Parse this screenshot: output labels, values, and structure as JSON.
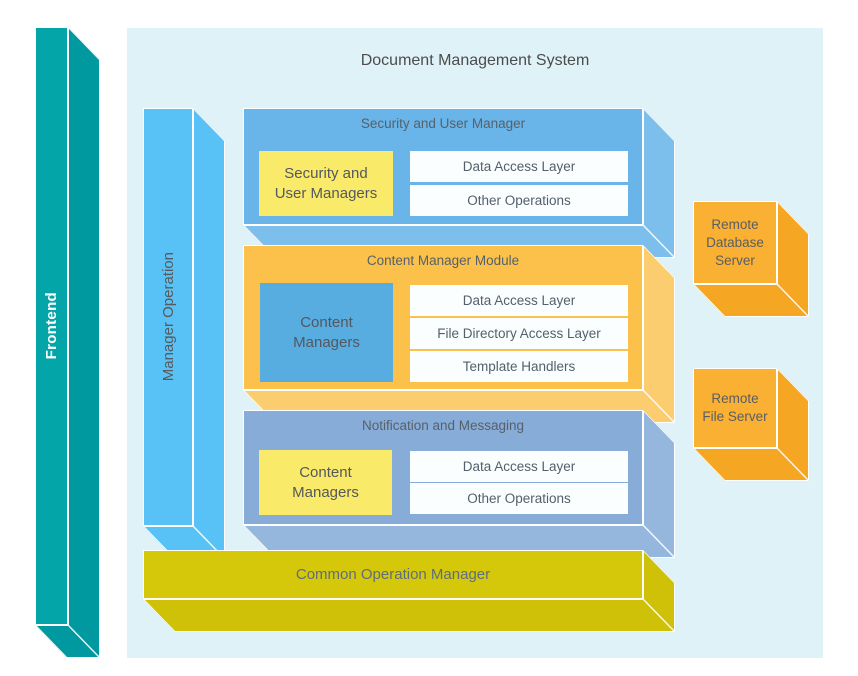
{
  "diagram_title": "Document Management System",
  "background": {
    "page_color": "#FFFFFF",
    "panel_color": "#DFF2F8"
  },
  "frontend_bar": {
    "label": "Frontend",
    "color": "#04A5A9"
  },
  "manager_bar": {
    "label": "Manager Operation",
    "color": "#58C2F7"
  },
  "modules": [
    {
      "header": "Security and User Manager",
      "color": "#69B4E8",
      "inner_box": {
        "label": "Security and User Managers",
        "color": "#F9EA6A"
      },
      "rows": [
        "Data Access Layer",
        "Other Operations"
      ]
    },
    {
      "header": "Content Manager Module",
      "color": "#FBC14B",
      "inner_box": {
        "label": "Content Managers",
        "color": "#57ACE0"
      },
      "rows": [
        "Data Access Layer",
        "File Directory Access Layer",
        "Template Handlers"
      ]
    },
    {
      "header": "Notification and Messaging",
      "color": "#87ACD7",
      "inner_box": {
        "label": "Content Managers",
        "color": "#F9EA6A"
      },
      "rows": [
        "Data Access Layer",
        "Other Operations"
      ]
    }
  ],
  "bottom_bar": {
    "label": "Common Operation Manager",
    "color": "#D5C80A"
  },
  "servers": [
    {
      "label": "Remote Database Server",
      "color": "#F9B033"
    },
    {
      "label": "Remote File Server",
      "color": "#F9B033"
    }
  ]
}
